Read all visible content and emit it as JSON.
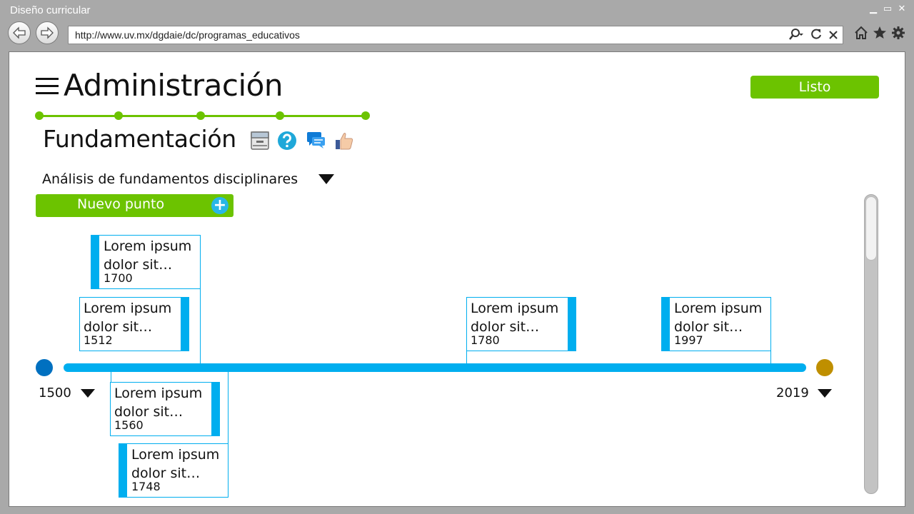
{
  "window": {
    "title": "Diseño curricular",
    "minimize": "▁",
    "maximize": "▭",
    "close": "✕"
  },
  "browser": {
    "url": "http://www.uv.mx/dgdaie/dc/programas_educativos"
  },
  "header": {
    "title": "Administración",
    "done_label": "Listo"
  },
  "progress": {
    "steps": 5
  },
  "section": {
    "title": "Fundamentación"
  },
  "selector": {
    "value": "Análisis de fundamentos  disciplinares"
  },
  "actions": {
    "new_point_label": "Nuevo punto",
    "plus": "+"
  },
  "timeline": {
    "start_year": "1500",
    "end_year": "2019",
    "events": [
      {
        "text": "Lorem ipsum dolor sit…",
        "year": "1700"
      },
      {
        "text": "Lorem ipsum dolor sit…",
        "year": "1512"
      },
      {
        "text": "Lorem ipsum dolor sit…",
        "year": "1780"
      },
      {
        "text": "Lorem ipsum dolor sit…",
        "year": "1997"
      },
      {
        "text": "Lorem ipsum dolor sit…",
        "year": "1560"
      },
      {
        "text": "Lorem ipsum dolor sit…",
        "year": "1748"
      }
    ]
  },
  "colors": {
    "accent_green": "#6cc300",
    "timeline_blue": "#00aeef",
    "start_dot": "#0070c0",
    "end_dot": "#bf8f00"
  }
}
